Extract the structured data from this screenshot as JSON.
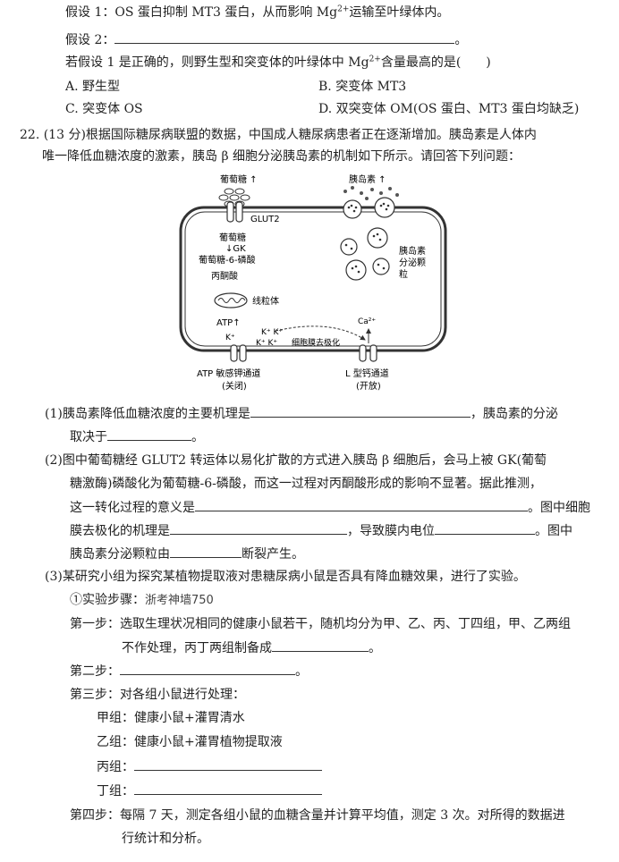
{
  "top": {
    "hyp1_a": "假设 1：OS 蛋白抑制 MT3 蛋白，从而影响 Mg",
    "hyp1_sup": "2+",
    "hyp1_b": "运输至叶绿体内。",
    "hyp2_label": "假设 2：",
    "hyp2_end": "。",
    "question_a": "若假设 1 是正确的，则野生型和突变体的叶绿体中 Mg",
    "question_sup": "2+",
    "question_b": "含量最高的是(　　)",
    "opt_a": "A. 野生型",
    "opt_b": "B. 突变体 MT3",
    "opt_c": "C. 突变体 OS",
    "opt_d": "D. 双突变体 OM(OS 蛋白、MT3 蛋白均缺乏)"
  },
  "q22": {
    "intro1": "22. (13 分)根据国际糖尿病联盟的数据，中国成人糖尿病患者正在逐渐增加。胰岛素是人体内",
    "intro2": "唯一降低血糖浓度的激素，胰岛 β 细胞分泌胰岛素的机制如下所示。请回答下列问题：",
    "diagram": {
      "glucose_top": "葡萄糖 ↑",
      "insulin_top": "胰岛素 ↑",
      "glut2": "GLUT2",
      "glucose": "葡萄糖",
      "gk": "↓GK",
      "g6p": "葡萄糖-6-磷酸",
      "pyruvate": "丙酮酸",
      "mito": "线粒体",
      "atp": "ATP↑",
      "k1": "K⁺",
      "k2": "K⁺ K⁺",
      "k3": "K⁺ K⁺",
      "depol": "细胞膜去极化",
      "ca": "Ca²⁺",
      "granule1": "胰岛素",
      "granule2": "分泌颗",
      "granule3": "粒",
      "atp_channel": "ATP 敏感钾通道",
      "atp_channel_state": "(关闭)",
      "ca_channel": "L 型钙通道",
      "ca_channel_state": "(开放)"
    },
    "p1_a": "(1)胰岛素降低血糖浓度的主要机理是",
    "p1_b": "，胰岛素的分泌",
    "p1_c": "取决于",
    "p1_d": "。",
    "p2_a": "(2)图中葡萄糖经 GLUT2 转运体以易化扩散的方式进入胰岛 β 细胞后，会马上被 GK(葡萄",
    "p2_b": "糖激酶)磷酸化为葡萄糖-6-磷酸，而这一过程对丙酮酸形成的影响不显著。据此推测，",
    "p2_c": "这一转化过程的意义是",
    "p2_d": "。图中细胞",
    "p2_e": "膜去极化的机理是",
    "p2_f": "，导致膜内电位",
    "p2_g": "。图中",
    "p2_h": "胰岛素分泌颗粒由",
    "p2_i": "断裂产生。",
    "p3": "(3)某研究小组为探究某植物提取液对患糖尿病小鼠是否具有降血糖效果，进行了实验。",
    "steps_title": "①实验步骤：",
    "stamp": "浙考神墙750",
    "s1_a": "第一步：选取生理状况相同的健康小鼠若干，随机均分为甲、乙、丙、丁四组，甲、乙两组",
    "s1_b": "不作处理，丙丁两组制备成",
    "s1_c": "。",
    "s2_a": "第二步：",
    "s2_b": "。",
    "s3": "第三步：对各组小鼠进行处理：",
    "g1": "甲组：健康小鼠+灌胃清水",
    "g2": "乙组：健康小鼠+灌胃植物提取液",
    "g3": "丙组：",
    "g4": "丁组：",
    "s4_a": "第四步：每隔 7 天，测定各组小鼠的血糖含量并计算平均值，测定 3 次。对所得的数据进",
    "s4_b": "行统计和分析。"
  }
}
